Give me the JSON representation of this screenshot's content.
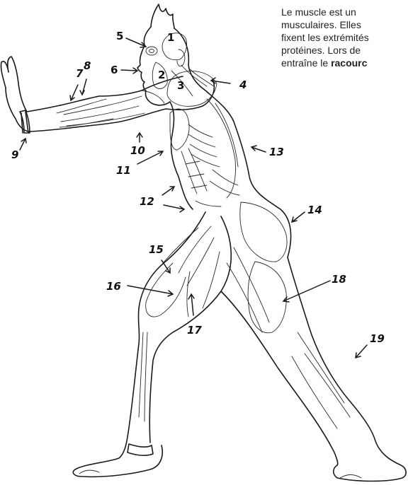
{
  "caption": {
    "line1": "Le muscle est un",
    "line2": "musculaires. Elles",
    "line3": "fixent les extrémités",
    "line4": "protéines. Lors de",
    "line5_prefix": "entraîne le ",
    "line5_bold": "racourc"
  },
  "labels": [
    "1",
    "2",
    "3",
    "4",
    "5",
    "6",
    "7",
    "8",
    "9",
    "10",
    "11",
    "12",
    "13",
    "14",
    "15",
    "16",
    "17",
    "18",
    "19"
  ],
  "colors": {
    "ink": "#1a1a1a",
    "text": "#222222",
    "background": "#ffffff"
  }
}
